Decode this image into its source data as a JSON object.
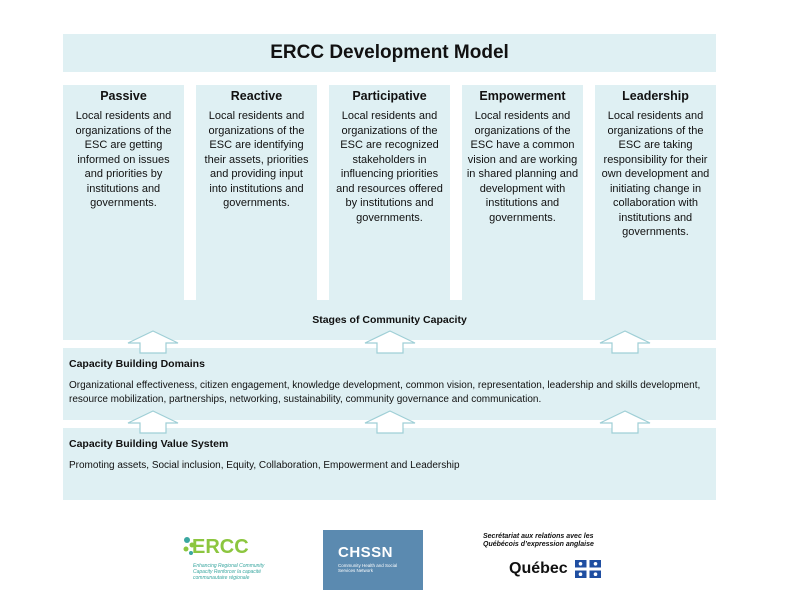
{
  "title": "ERCC Development Model",
  "stages": [
    {
      "title": "Passive",
      "description": "Local residents and organizations of the ESC are getting informed on issues and priorities by institutions and governments."
    },
    {
      "title": "Reactive",
      "description": "Local residents and organizations of the ESC are identifying their assets, priorities and providing input into institutions and governments."
    },
    {
      "title": "Participative",
      "description": "Local residents and organizations of the ESC are recognized stakeholders in influencing priorities and resources offered by institutions and governments."
    },
    {
      "title": "Empowerment",
      "description": "Local residents and organizations of the ESC have a common vision and are working in shared planning and development with institutions and governments."
    },
    {
      "title": "Leadership",
      "description": "Local residents and organizations of the ESC are taking responsibility for their own development and initiating change in collaboration with institutions and governments."
    }
  ],
  "stages_label": "Stages of Community Capacity",
  "domains": {
    "title": "Capacity Building Domains",
    "text": "Organizational effectiveness, citizen engagement, knowledge development, common vision, representation, leadership and skills development, resource mobilization, partnerships, networking, sustainability, community governance and communication."
  },
  "value_system": {
    "title": "Capacity Building Value System",
    "text": "Promoting assets, Social inclusion, Equity, Collaboration, Empowerment and Leadership"
  },
  "logos": {
    "ercc": {
      "name": "ERCC",
      "tagline": "Enhancing Regional Community Capacity Renforcer la capacité communautaire régionale"
    },
    "chssn": {
      "name": "CHSSN",
      "tagline": "Community Health and Social Services Network"
    },
    "quebec": {
      "tagline": "Secrétariat aux relations avec les Québécois d’expression anglaise",
      "name": "Québec"
    }
  },
  "colors": {
    "panel": "#dff0f3",
    "chssn_blue": "#5b8ab0",
    "ercc_green": "#8cc63f"
  }
}
